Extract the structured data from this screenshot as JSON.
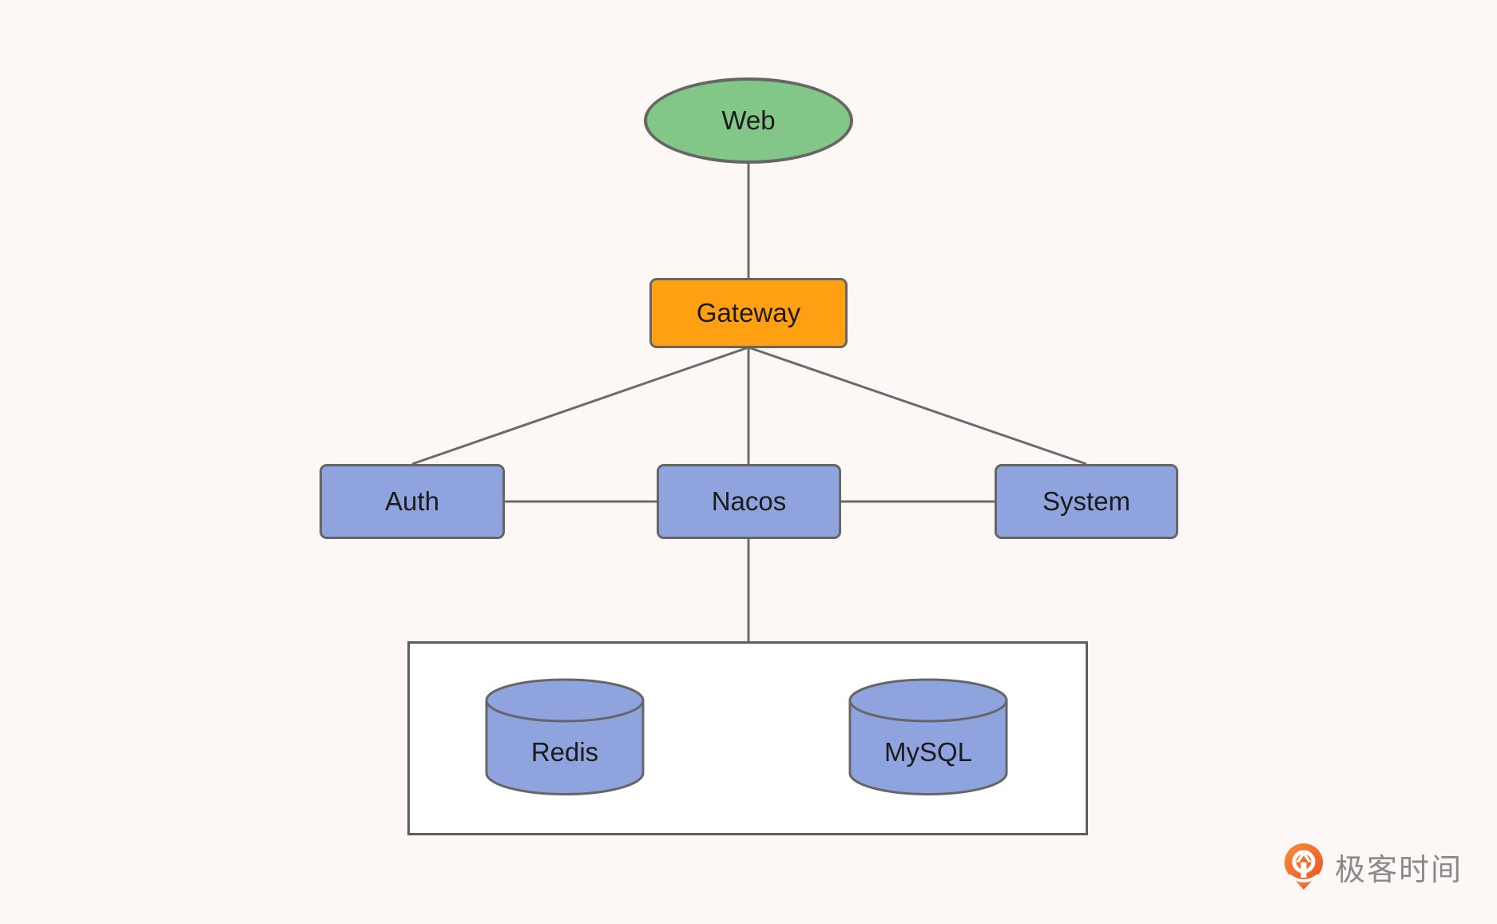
{
  "palette": {
    "background": "#FDF8F5",
    "node_border": "#666666",
    "edge_color": "#6B6B6B",
    "web_fill": "#82C788",
    "gateway_fill": "#FFA012",
    "service_fill": "#8FA4DE",
    "container_fill": "#FFFFFF",
    "container_border": "#5E5E5E",
    "label_color": "#1B1B1B",
    "brand_text_color": "#8A8A8A",
    "brand_orange": "#F0681F"
  },
  "diagram": {
    "nodes": {
      "web": {
        "label": "Web",
        "shape": "ellipse"
      },
      "gateway": {
        "label": "Gateway",
        "shape": "rounded-rect"
      },
      "auth": {
        "label": "Auth",
        "shape": "rounded-rect"
      },
      "nacos": {
        "label": "Nacos",
        "shape": "rounded-rect"
      },
      "system": {
        "label": "System",
        "shape": "rounded-rect"
      },
      "redis": {
        "label": "Redis",
        "shape": "cylinder"
      },
      "mysql": {
        "label": "MySQL",
        "shape": "cylinder"
      }
    },
    "edges": [
      {
        "from": "web",
        "to": "gateway"
      },
      {
        "from": "gateway",
        "to": "auth"
      },
      {
        "from": "gateway",
        "to": "nacos"
      },
      {
        "from": "gateway",
        "to": "system"
      },
      {
        "from": "auth",
        "to": "nacos"
      },
      {
        "from": "nacos",
        "to": "system"
      },
      {
        "from": "nacos",
        "to": "datastore-container"
      }
    ]
  },
  "branding": {
    "logo_text": "极客时间"
  }
}
